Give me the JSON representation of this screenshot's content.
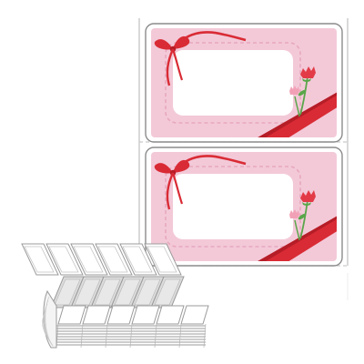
{
  "product": {
    "label_count_on_sheet": 2,
    "label_theme": "red-ribbon-and-carnation",
    "stack_columns": 6
  },
  "colors": {
    "background": "#ffffff",
    "sheet_border": "#c9c9c9",
    "label_pink": "#f3c9d8",
    "label_pink_light": "#f7d9e4",
    "label_dash": "#e7a8bd",
    "ribbon_red": "#d92b35",
    "ribbon_dark": "#b51d27",
    "carnation_red": "#e23b47",
    "carnation_pink": "#f2a0b6",
    "leaf_green": "#5aa64a",
    "stack_stroke": "#9b9b9b",
    "stack_fill": "#f4f4f4",
    "stack_shade": "#dcdcdc"
  },
  "icons": {
    "ribbon": "bow-ribbon-icon",
    "flower": "carnation-icon"
  }
}
